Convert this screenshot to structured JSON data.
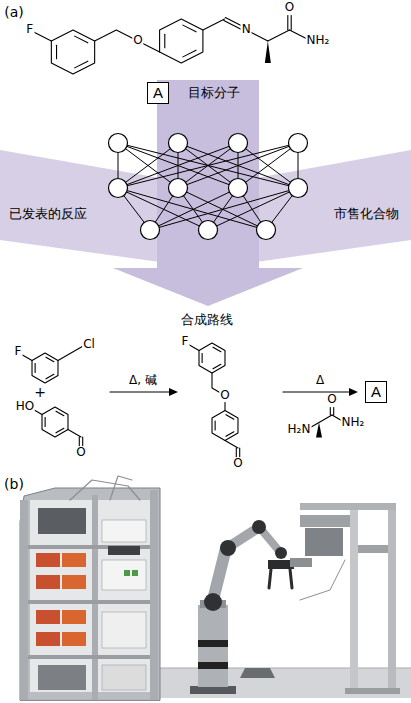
{
  "diagram": {
    "nodes": [
      {
        "text": [
          "A"
        ]
      },
      {
        "text": [
          "A"
        ]
      }
    ],
    "labels": [
      "(a)",
      "F",
      "O",
      "N",
      "O",
      "NH₂",
      "目标分子",
      "已发表的反应",
      "市售化合物",
      "合成路线",
      "F",
      "Cl",
      "+",
      "HO",
      "O",
      "Δ, 碱",
      "F",
      "O",
      "O",
      "Δ",
      "H₂N",
      "O",
      "NH₂",
      "(b)"
    ]
  }
}
